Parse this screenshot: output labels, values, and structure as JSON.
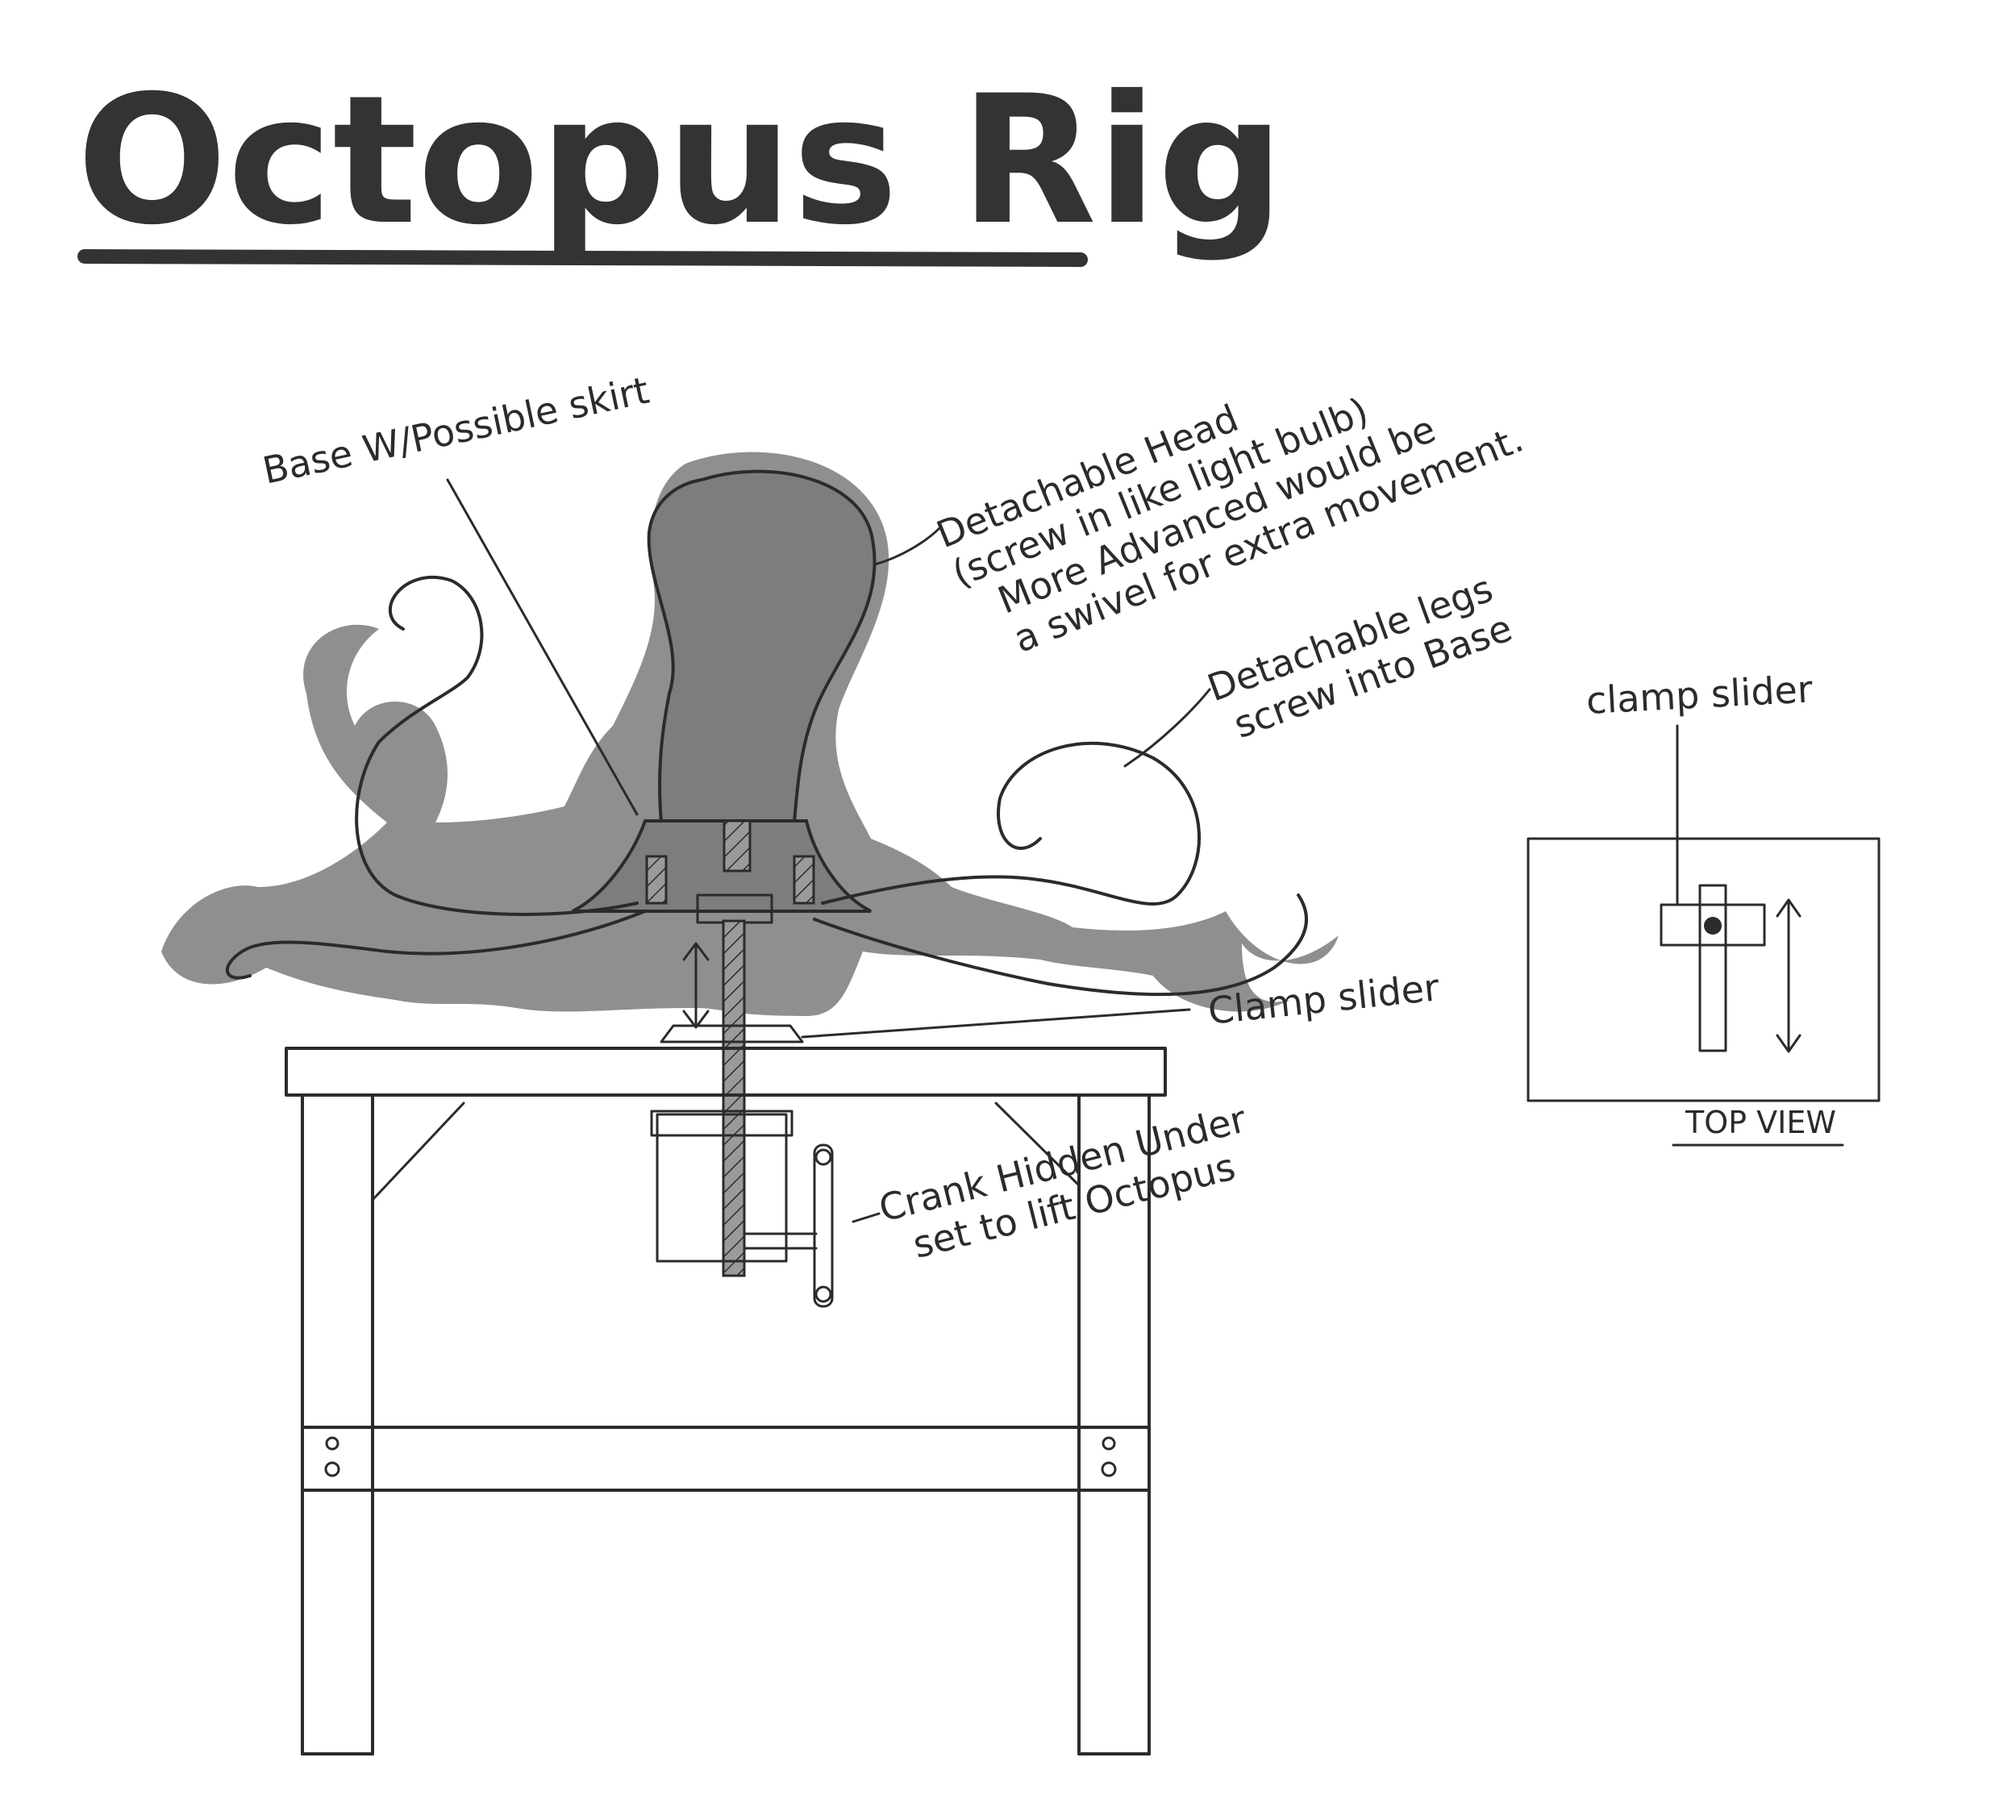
{
  "title": "Octopus Rig",
  "labels": {
    "base": "Base W/Possible skirt",
    "head_line1": "Detachable Head",
    "head_line2": "(screw in like light bulb)",
    "head_line3": "More Advanced would be",
    "head_line4": "a swivel for extra movement.",
    "legs_line1": "Detachable legs",
    "legs_line2": "screw into Base",
    "clamp_main": "Clamp slider",
    "crank_line1": "Crank Hidden Under",
    "crank_line2": "set to lift Octopus",
    "clamp_top": "clamp slider",
    "top_view": "TOP VIEW"
  },
  "colors": {
    "ink": "#2b2b2b",
    "shadow": "#8f8f8f",
    "body": "#7d7d7d",
    "paper": "#ffffff"
  }
}
